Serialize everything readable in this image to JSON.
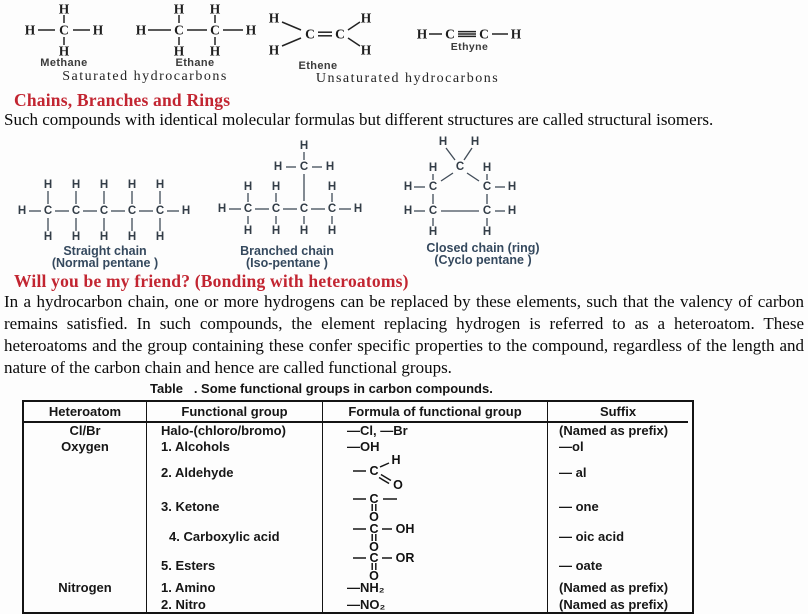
{
  "colors": {
    "heading_red": "#c22531",
    "isomer_label_slate": "#35495e",
    "text_black": "#0a0a0a",
    "table_border_black": "#141414"
  },
  "top_figures": {
    "methane": {
      "name": "Methane"
    },
    "ethane": {
      "name": "Ethane"
    },
    "ethene": {
      "name": "Ethene"
    },
    "ethyne": {
      "name": "Ethyne"
    },
    "saturated_label": "Saturated hydrocarbons",
    "unsaturated_label": "Unsaturated hydrocarbons"
  },
  "section1": {
    "heading": "Chains, Branches and Rings",
    "body": "Such compounds with identical molecular formulas but different structures are called structural isomers."
  },
  "isomer_figures": {
    "straight": {
      "label1": "Straight chain",
      "label2": "(Normal pentane )"
    },
    "branched": {
      "label1": "Branched chain",
      "label2": "(Iso-pentane )"
    },
    "ring": {
      "label1": "Closed chain (ring)",
      "label2": "(Cyclo pentane )"
    }
  },
  "section2": {
    "heading": "Will you be my friend? (Bonding with heteroatoms)",
    "body": "In a hydrocarbon chain, one or more hydrogens can be replaced by these elements, such that the valency of carbon remains satisfied. In such compounds, the element replacing hydrogen is referred to as a heteroatom. These heteroatoms and the group containing these confer specific properties to the compound, regardless of the length and nature of the carbon chain and hence are called functional groups."
  },
  "table": {
    "caption": "Table   . Some functional groups in carbon compounds.",
    "headers": [
      "Heteroatom",
      "Functional group",
      "Formula of functional group",
      "Suffix"
    ],
    "rows": [
      {
        "het": "Cl/Br",
        "group": "Halo-(chloro/bromo)",
        "formula": "—Cl, —Br",
        "suffix": "(Named as prefix)"
      },
      {
        "het": "Oxygen",
        "group": "1. Alcohols",
        "formula": "—OH",
        "suffix": "—ol"
      },
      {
        "het": "",
        "group": "2. Aldehyde",
        "formula": "",
        "suffix": "— al"
      },
      {
        "het": "",
        "group": "3. Ketone",
        "formula": "",
        "suffix": "— one"
      },
      {
        "het": "",
        "group": "4. Carboxylic acid",
        "formula": "",
        "suffix": "— oic acid"
      },
      {
        "het": "",
        "group": "5. Esters",
        "formula": "",
        "suffix": "— oate"
      },
      {
        "het": "Nitrogen",
        "group": "1. Amino",
        "formula": "—NH₂",
        "suffix": "(Named as prefix)"
      },
      {
        "het": "",
        "group": "2. Nitro",
        "formula": "—NO₂",
        "suffix": "(Named as prefix)"
      }
    ]
  },
  "structures": {
    "methane": {
      "w": 96,
      "h": 54,
      "atoms": [
        [
          48,
          6,
          "H"
        ],
        [
          14,
          27,
          "H"
        ],
        [
          48,
          27,
          "C"
        ],
        [
          82,
          27,
          "H"
        ],
        [
          48,
          48,
          "H"
        ]
      ],
      "bonds": [
        [
          48,
          12,
          48,
          20
        ],
        [
          22,
          27,
          39,
          27
        ],
        [
          57,
          27,
          74,
          27
        ],
        [
          48,
          34,
          48,
          42
        ]
      ]
    },
    "ethane": {
      "w": 130,
      "h": 54,
      "atoms": [
        [
          49,
          6,
          "H"
        ],
        [
          85,
          6,
          "H"
        ],
        [
          11,
          27,
          "H"
        ],
        [
          49,
          27,
          "C"
        ],
        [
          85,
          27,
          "C"
        ],
        [
          121,
          27,
          "H"
        ],
        [
          49,
          48,
          "H"
        ],
        [
          85,
          48,
          "H"
        ]
      ],
      "bonds": [
        [
          49,
          12,
          49,
          20
        ],
        [
          85,
          12,
          85,
          20
        ],
        [
          18,
          27,
          41,
          27
        ],
        [
          57,
          27,
          77,
          27
        ],
        [
          93,
          27,
          113,
          27
        ],
        [
          49,
          34,
          49,
          42
        ],
        [
          85,
          34,
          85,
          42
        ]
      ]
    },
    "ethene": {
      "w": 120,
      "h": 48,
      "atoms": [
        [
          16,
          8,
          "H"
        ],
        [
          16,
          40,
          "H"
        ],
        [
          52,
          24,
          "C"
        ],
        [
          82,
          24,
          "C"
        ],
        [
          108,
          8,
          "H"
        ],
        [
          108,
          40,
          "H"
        ]
      ],
      "bonds": [
        [
          24,
          12,
          43,
          20
        ],
        [
          24,
          36,
          43,
          28
        ],
        [
          60,
          24,
          74,
          24,
          2
        ],
        [
          90,
          20,
          102,
          12
        ],
        [
          90,
          28,
          102,
          36
        ]
      ]
    },
    "ethyne": {
      "w": 115,
      "h": 24,
      "atoms": [
        [
          10,
          12,
          "H"
        ],
        [
          38,
          12,
          "C"
        ],
        [
          72,
          12,
          "C"
        ],
        [
          104,
          12,
          "H"
        ]
      ],
      "bonds": [
        [
          17,
          12,
          30,
          12
        ],
        [
          46,
          12,
          64,
          12,
          3
        ],
        [
          80,
          12,
          96,
          12
        ]
      ]
    },
    "pentane_straight": {
      "w": 186,
      "h": 74,
      "atoms": [
        [
          36,
          11,
          "H"
        ],
        [
          64,
          11,
          "H"
        ],
        [
          92,
          11,
          "H"
        ],
        [
          120,
          11,
          "H"
        ],
        [
          148,
          11,
          "H"
        ],
        [
          10,
          37,
          "H"
        ],
        [
          36,
          37,
          "C"
        ],
        [
          64,
          37,
          "C"
        ],
        [
          92,
          37,
          "C"
        ],
        [
          120,
          37,
          "C"
        ],
        [
          148,
          37,
          "C"
        ],
        [
          174,
          37,
          "H"
        ],
        [
          36,
          63,
          "H"
        ],
        [
          64,
          63,
          "H"
        ],
        [
          92,
          63,
          "H"
        ],
        [
          120,
          63,
          "H"
        ],
        [
          148,
          63,
          "H"
        ]
      ],
      "bonds": [
        [
          36,
          17,
          36,
          30
        ],
        [
          64,
          17,
          64,
          30
        ],
        [
          92,
          17,
          92,
          30
        ],
        [
          120,
          17,
          120,
          30
        ],
        [
          148,
          17,
          148,
          30
        ],
        [
          36,
          44,
          36,
          57
        ],
        [
          64,
          44,
          64,
          57
        ],
        [
          92,
          44,
          92,
          57
        ],
        [
          120,
          44,
          120,
          57
        ],
        [
          148,
          44,
          148,
          57
        ],
        [
          17,
          37,
          29,
          37
        ],
        [
          43,
          37,
          57,
          37
        ],
        [
          71,
          37,
          85,
          37
        ],
        [
          99,
          37,
          113,
          37
        ],
        [
          127,
          37,
          141,
          37
        ],
        [
          155,
          37,
          167,
          37
        ]
      ]
    },
    "pentane_branched": {
      "w": 158,
      "h": 98,
      "atoms": [
        [
          92,
          5,
          "H"
        ],
        [
          66,
          26,
          "H"
        ],
        [
          92,
          26,
          "C"
        ],
        [
          118,
          26,
          "H"
        ],
        [
          36,
          46,
          "H"
        ],
        [
          64,
          46,
          "H"
        ],
        [
          120,
          46,
          "H"
        ],
        [
          10,
          68,
          "H"
        ],
        [
          36,
          68,
          "C"
        ],
        [
          64,
          68,
          "C"
        ],
        [
          92,
          68,
          "C"
        ],
        [
          120,
          68,
          "C"
        ],
        [
          146,
          68,
          "H"
        ],
        [
          36,
          90,
          "H"
        ],
        [
          64,
          90,
          "H"
        ],
        [
          92,
          90,
          "H"
        ],
        [
          120,
          90,
          "H"
        ]
      ],
      "bonds": [
        [
          92,
          11,
          92,
          19
        ],
        [
          74,
          26,
          84,
          26
        ],
        [
          100,
          26,
          110,
          26
        ],
        [
          92,
          33,
          92,
          60
        ],
        [
          17,
          68,
          29,
          68
        ],
        [
          43,
          68,
          57,
          68
        ],
        [
          71,
          68,
          85,
          68
        ],
        [
          99,
          68,
          113,
          68
        ],
        [
          127,
          68,
          139,
          68
        ],
        [
          36,
          52,
          36,
          61
        ],
        [
          64,
          52,
          64,
          61
        ],
        [
          120,
          52,
          120,
          61
        ],
        [
          36,
          75,
          36,
          83
        ],
        [
          64,
          75,
          64,
          83
        ],
        [
          92,
          75,
          92,
          83
        ],
        [
          120,
          75,
          120,
          83
        ]
      ]
    },
    "cyclopentane": {
      "w": 128,
      "h": 104,
      "atoms": [
        [
          45,
          6,
          "H"
        ],
        [
          77,
          6,
          "H"
        ],
        [
          62,
          31,
          "C"
        ],
        [
          35,
          32,
          "H"
        ],
        [
          89,
          32,
          "H"
        ],
        [
          10,
          51,
          "H"
        ],
        [
          35,
          51,
          "C"
        ],
        [
          89,
          51,
          "C"
        ],
        [
          114,
          51,
          "H"
        ],
        [
          10,
          75,
          "H"
        ],
        [
          35,
          75,
          "C"
        ],
        [
          89,
          75,
          "C"
        ],
        [
          114,
          75,
          "H"
        ],
        [
          35,
          96,
          "H"
        ],
        [
          89,
          96,
          "H"
        ]
      ],
      "bonds": [
        [
          48,
          12,
          57,
          24
        ],
        [
          74,
          12,
          66,
          24
        ],
        [
          55,
          37,
          43,
          45
        ],
        [
          69,
          37,
          81,
          45
        ],
        [
          35,
          38,
          35,
          44
        ],
        [
          89,
          38,
          89,
          44
        ],
        [
          16,
          51,
          27,
          51
        ],
        [
          97,
          51,
          107,
          51
        ],
        [
          35,
          58,
          35,
          68
        ],
        [
          89,
          58,
          89,
          68
        ],
        [
          16,
          75,
          27,
          75
        ],
        [
          97,
          75,
          107,
          75
        ],
        [
          43,
          75,
          81,
          75
        ],
        [
          35,
          82,
          35,
          90
        ],
        [
          89,
          82,
          89,
          90
        ]
      ]
    },
    "formula_aldehyde": {
      "w": 70,
      "h": 36,
      "atoms": [
        [
          27,
          16,
          "C"
        ],
        [
          49,
          5,
          "H"
        ],
        [
          51,
          30,
          "O"
        ]
      ],
      "bonds": [
        [
          6,
          16,
          19,
          16
        ],
        [
          33,
          12,
          42,
          8
        ],
        [
          33,
          21,
          43,
          27,
          2
        ]
      ]
    },
    "formula_ketone": {
      "w": 70,
      "h": 30,
      "atoms": [
        [
          27,
          8,
          "C"
        ],
        [
          27,
          26,
          "O"
        ]
      ],
      "bonds": [
        [
          6,
          8,
          19,
          8
        ],
        [
          36,
          8,
          50,
          8
        ],
        [
          27,
          13,
          27,
          20,
          2
        ]
      ]
    },
    "formula_carboxylic": {
      "w": 105,
      "h": 30,
      "atoms": [
        [
          27,
          8,
          "C"
        ],
        [
          27,
          26,
          "O"
        ],
        [
          58,
          8,
          "OH"
        ]
      ],
      "bonds": [
        [
          6,
          8,
          19,
          8
        ],
        [
          35,
          8,
          45,
          8
        ],
        [
          27,
          13,
          27,
          20,
          2
        ]
      ]
    },
    "formula_ester": {
      "w": 105,
      "h": 30,
      "atoms": [
        [
          27,
          8,
          "C"
        ],
        [
          27,
          26,
          "O"
        ],
        [
          58,
          8,
          "OR"
        ]
      ],
      "bonds": [
        [
          6,
          8,
          19,
          8
        ],
        [
          35,
          8,
          45,
          8
        ],
        [
          27,
          13,
          27,
          20,
          2
        ]
      ]
    }
  }
}
